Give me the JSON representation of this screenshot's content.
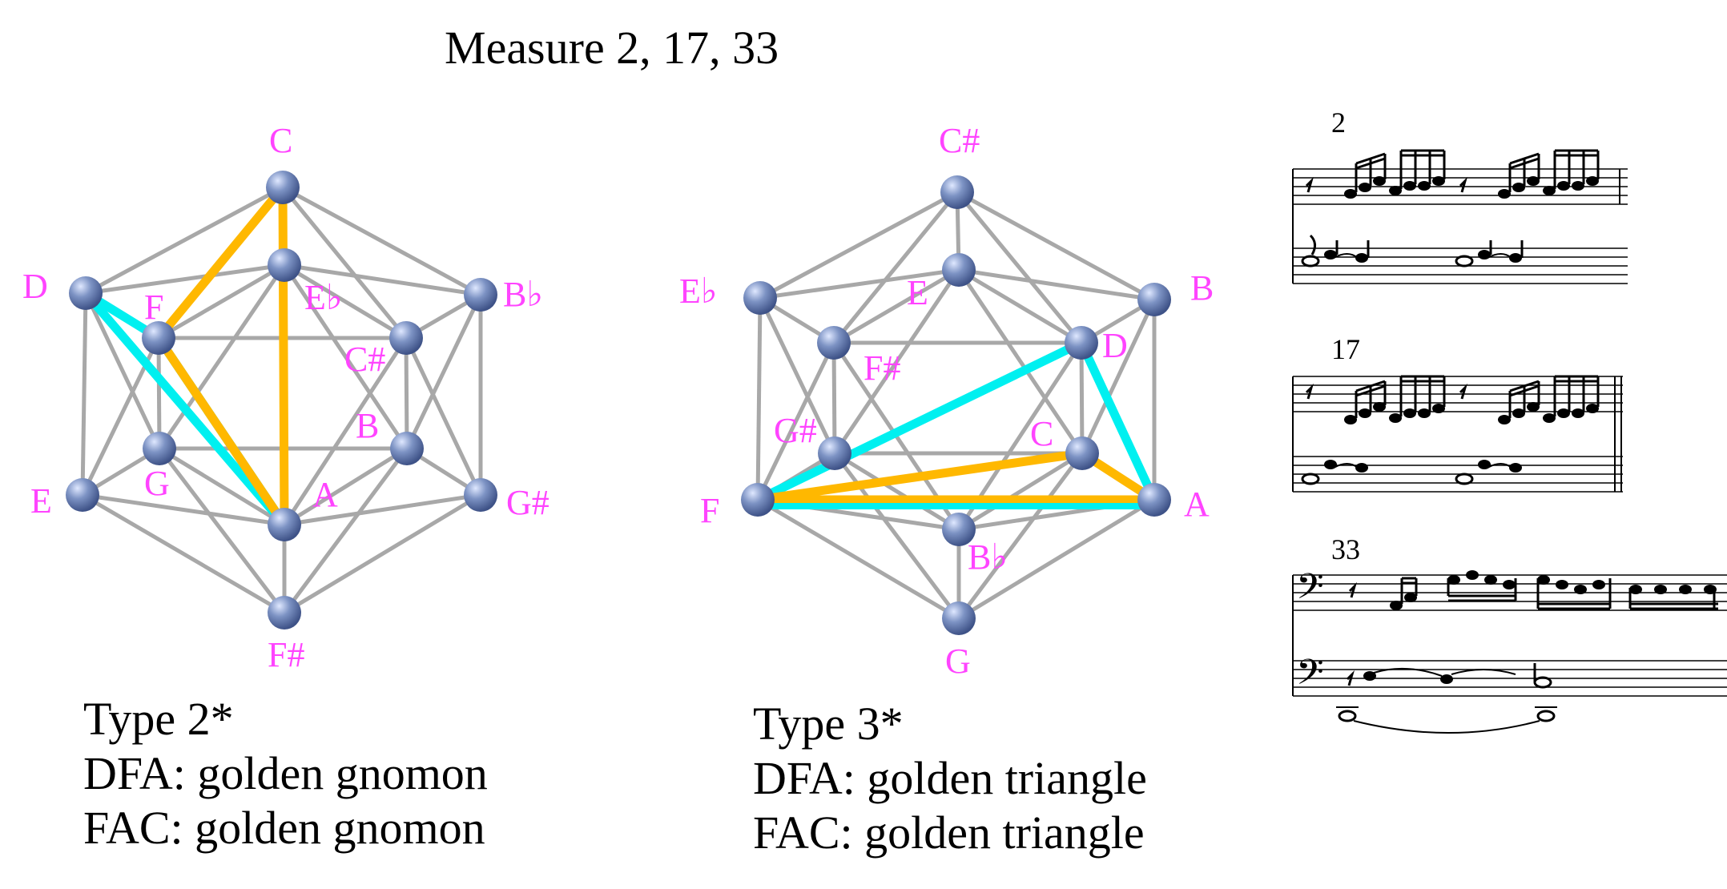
{
  "title": "Measure 2, 17, 33",
  "colors": {
    "label": "#ff44ff",
    "edge": "#a8a8a8",
    "node": "#6f86b6",
    "dfa_line": "#00f0f0",
    "fac_line": "#ffb800"
  },
  "left_diagram": {
    "labels": [
      "C",
      "D",
      "F",
      "E♭",
      "B♭",
      "C#",
      "B",
      "E",
      "G",
      "A",
      "G#",
      "F#"
    ],
    "caption": [
      "Type 2*",
      "DFA: golden gnomon",
      "FAC: golden gnomon"
    ]
  },
  "right_diagram": {
    "labels": [
      "C#",
      "E♭",
      "E",
      "B",
      "F#",
      "D",
      "G#",
      "C",
      "F",
      "A",
      "B♭",
      "G"
    ],
    "caption": [
      "Type 3*",
      "DFA: golden triangle",
      "FAC: golden triangle"
    ]
  },
  "score": {
    "measure_numbers": [
      "2",
      "17",
      "33"
    ]
  }
}
